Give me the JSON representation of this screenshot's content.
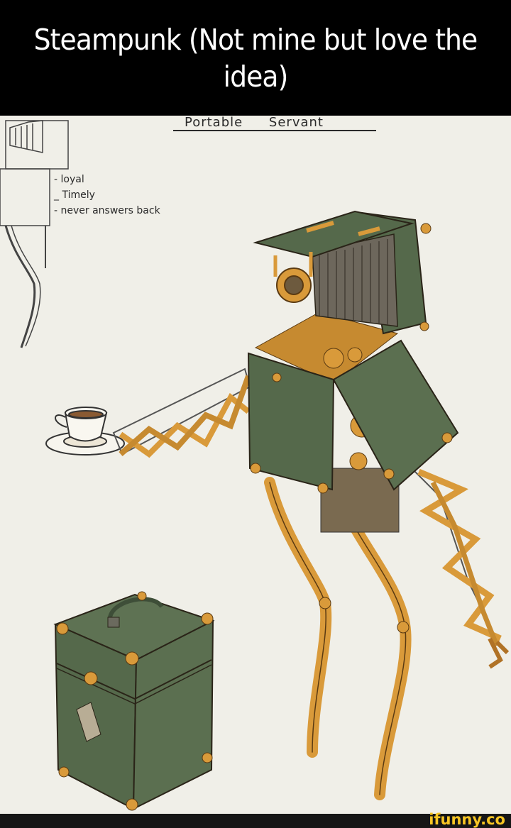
{
  "caption": {
    "text": "Steampunk (Not mine but love the idea)"
  },
  "artwork": {
    "title": "Portable Servant",
    "notes": [
      "- loyal",
      "_ Timely",
      "- never answers back"
    ],
    "colors": {
      "background": "#f0efe8",
      "green": "#55694b",
      "green_dark": "#465a3e",
      "brass": "#d99a3a",
      "brass_dark": "#b07226",
      "bellows": "#6d675c",
      "ink": "#2a2418"
    }
  },
  "footer": {
    "watermark": "ifunny.co"
  }
}
